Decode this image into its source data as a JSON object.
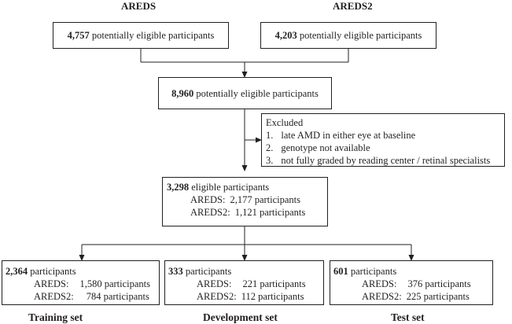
{
  "headers": {
    "left": "AREDS",
    "right": "AREDS2"
  },
  "boxes": {
    "areds_eligible": {
      "count": "4,757",
      "text": "potentially eligible participants"
    },
    "areds2_eligible": {
      "count": "4,203",
      "text": "potentially eligible participants"
    },
    "combined": {
      "count": "8,960",
      "text": "potentially eligible participants"
    },
    "excluded": {
      "title": "Excluded",
      "items": [
        {
          "num": "1.",
          "text": "late AMD in either eye at baseline"
        },
        {
          "num": "2.",
          "text": "genotype not available"
        },
        {
          "num": "3.",
          "text": "not fully graded by reading center / retinal specialists"
        }
      ]
    },
    "eligible": {
      "count": "3,298",
      "text": "eligible participants",
      "rows": [
        {
          "label": "AREDS:",
          "value": "2,177 participants"
        },
        {
          "label": "AREDS2:",
          "value": "1,121 participants"
        }
      ]
    },
    "training": {
      "count": "2,364",
      "text": "participants",
      "rows": [
        {
          "label": "AREDS:",
          "value": "1,580 participants"
        },
        {
          "label": "AREDS2:",
          "value": "784 participants"
        }
      ]
    },
    "development": {
      "count": "333",
      "text": "participants",
      "rows": [
        {
          "label": "AREDS:",
          "value": "221 participants"
        },
        {
          "label": "AREDS2:",
          "value": "112 participants"
        }
      ]
    },
    "test": {
      "count": "601",
      "text": "participants",
      "rows": [
        {
          "label": "AREDS:",
          "value": "376 participants"
        },
        {
          "label": "AREDS2:",
          "value": "225 participants"
        }
      ]
    }
  },
  "labels": {
    "training": "Training set",
    "development": "Development set",
    "test": "Test set"
  }
}
